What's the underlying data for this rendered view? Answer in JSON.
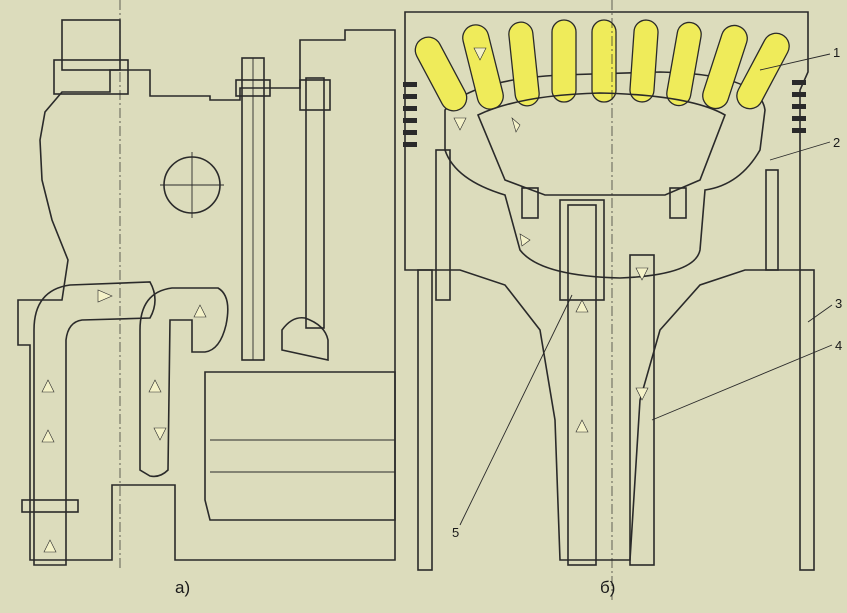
{
  "colors": {
    "paper": "#dcdcbc",
    "section_fill": "#d2d2b0",
    "hatch": "#3a3a3a",
    "outline": "#2a2a2a",
    "water": "#2f7d70",
    "oil": "#efeb5a",
    "arrow_fill": "#f4f2c8"
  },
  "figures": {
    "a": {
      "caption": "а)"
    },
    "b": {
      "caption": "б)"
    }
  },
  "callouts": [
    {
      "id": "1",
      "label": "1"
    },
    {
      "id": "2",
      "label": "2"
    },
    {
      "id": "3",
      "label": "3"
    },
    {
      "id": "4",
      "label": "4"
    },
    {
      "id": "5",
      "label": "5"
    }
  ]
}
